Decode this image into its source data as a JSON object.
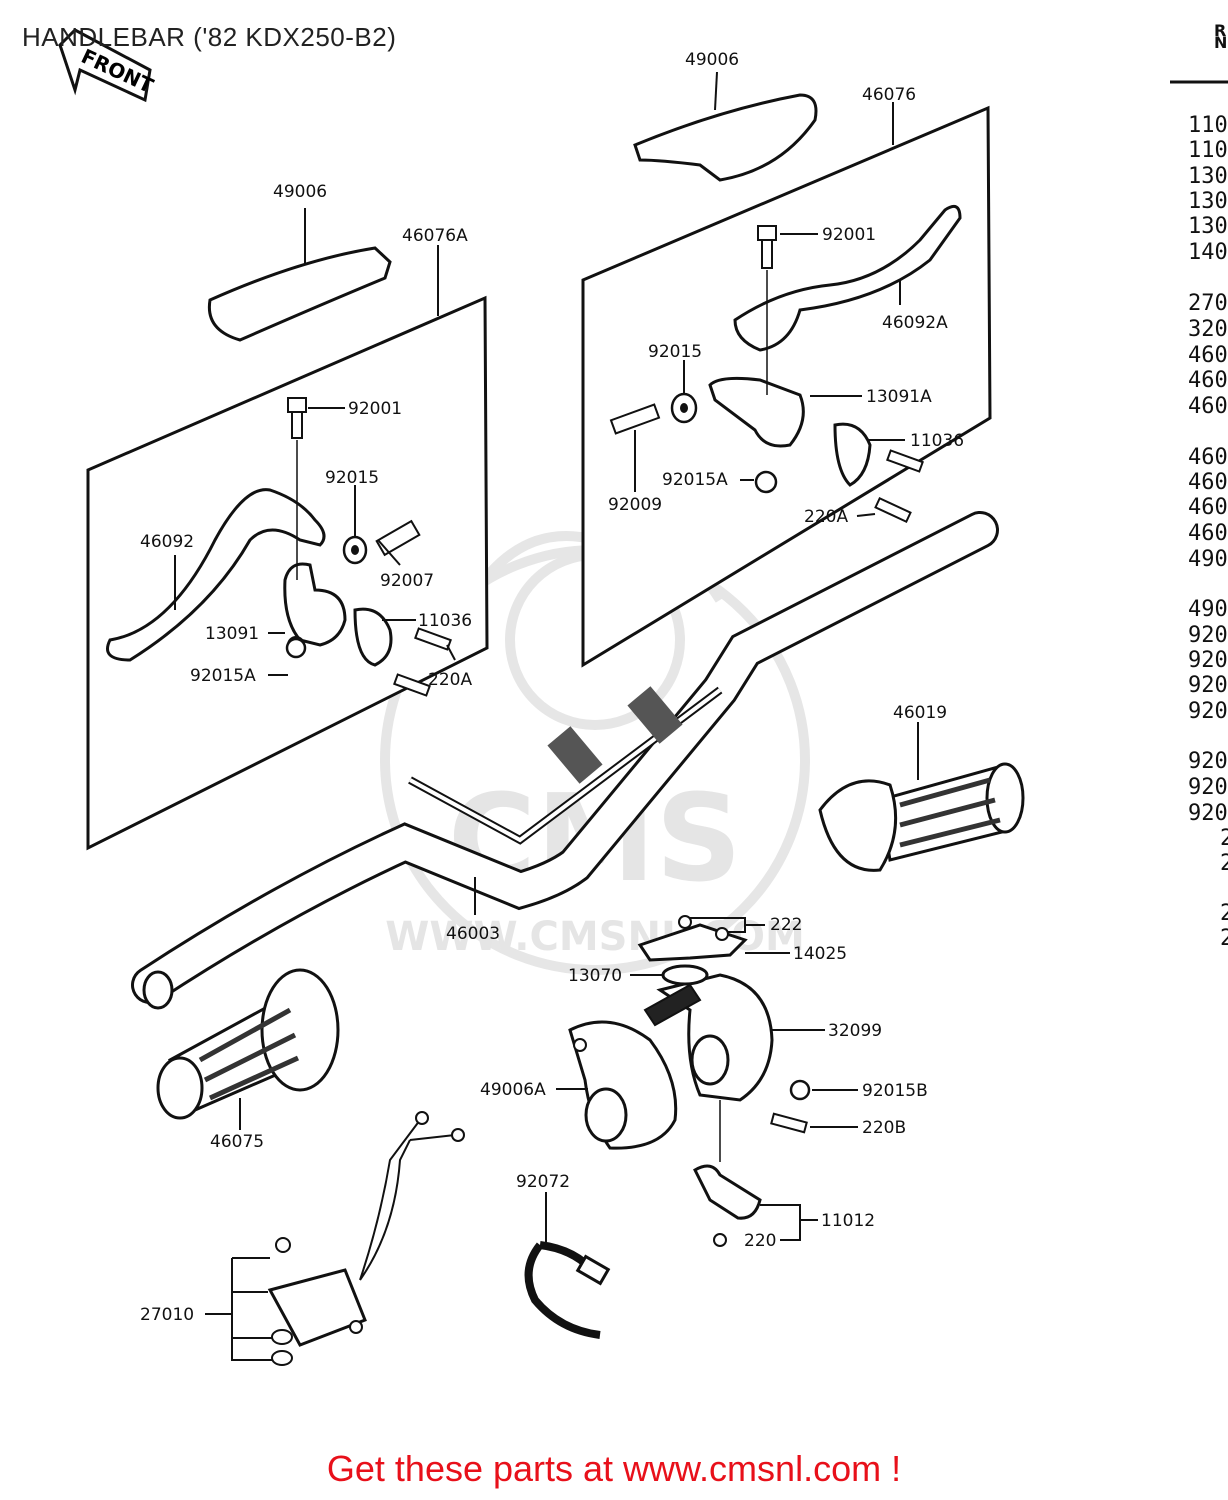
{
  "title": "HANDLEBAR ('82 KDX250-B2)",
  "front_label": "FRONT",
  "watermark": {
    "big": "CMS",
    "url": "WWW.CMSNL.COM"
  },
  "footer": "Get these parts at www.cmsnl.com !",
  "ref_header": [
    "R",
    "N"
  ],
  "ref_column": [
    "110",
    "110",
    "130",
    "130",
    "130",
    "140",
    "270",
    "320",
    "460",
    "460",
    "460",
    "460",
    "460",
    "460",
    "460",
    "490",
    "490",
    "920",
    "920",
    "920",
    "920",
    "920",
    "920",
    "920",
    "2",
    "2",
    "2",
    "2"
  ],
  "labels": {
    "l49006_right": "49006",
    "l46076": "46076",
    "l49006_left": "49006",
    "l46076A": "46076A",
    "l92001_right": "92001",
    "l46092A": "46092A",
    "l92015_right": "92015",
    "l13091A": "13091A",
    "l11036_right": "11036",
    "l92015A_right": "92015A",
    "l92009": "92009",
    "l220A_right": "220A",
    "l92001_left": "92001",
    "l92015_left": "92015",
    "l46092": "46092",
    "l92007": "92007",
    "l11036_left": "11036",
    "l13091": "13091",
    "l220A_left": "220A",
    "l92015A_left": "92015A",
    "l46019": "46019",
    "l222": "222",
    "l46003": "46003",
    "l14025": "14025",
    "l13070": "13070",
    "l32099": "32099",
    "l49006A": "49006A",
    "l92015B": "92015B",
    "l220B": "220B",
    "l46075": "46075",
    "l92072": "92072",
    "l11012": "11012",
    "l220": "220",
    "l27010": "27010"
  },
  "colors": {
    "footer": "#e8101a",
    "ink": "#111111",
    "watermark": "#e5e5e5"
  }
}
